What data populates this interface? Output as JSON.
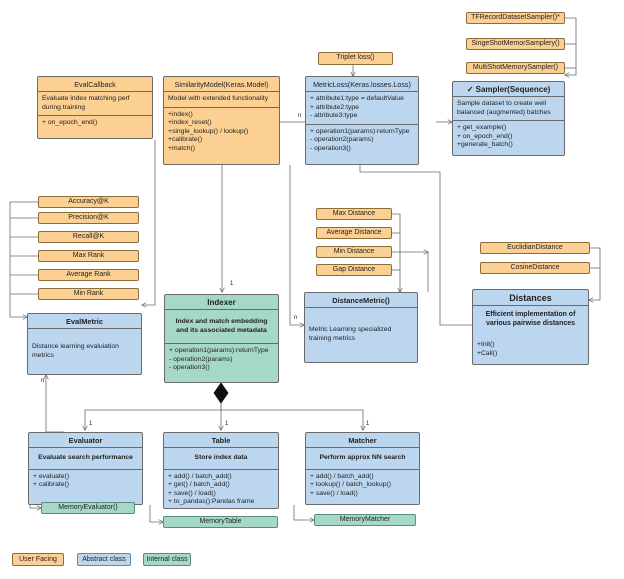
{
  "tfrecord": "TFRecordDatasetSampler()*",
  "singleshot": "SingeShotMemorSamplery()",
  "multishot": "MultiShotMemorySampler()",
  "triplet": "Triplet loss()",
  "evalcallback": {
    "title": "EvalCallback",
    "desc": "Evaluate index matching perf during training",
    "methods": [
      "+ on_epoch_end()"
    ]
  },
  "similarity": {
    "title": "SimilarityModel(Keras.Model)",
    "desc": "Model with extended functionality",
    "methods": [
      "+index()",
      "+index_reset()",
      "+single_lookup() / lookup()",
      "+calibrate()",
      "+match()"
    ]
  },
  "metricloss": {
    "title": "MetricLoss(Keras.losses.Loss)",
    "attrs": [
      "+ attribute1:type = defaultValue",
      "+ attribute2:type",
      "- attribute3:type"
    ],
    "methods": [
      "+ operation1(params):returnType",
      "- operation2(params)",
      "- operation3()"
    ]
  },
  "sampler": {
    "title": "✓ Sampler(Sequence)",
    "desc": "Sample dataset to create well balanced (augmented) batches",
    "methods": [
      "+ get_example()",
      "+ on_epoch_end()",
      "+generate_batch()"
    ]
  },
  "metrics_list": [
    "Accuracy@K",
    "Precision@K",
    "Recall@K",
    "Max Rank",
    "Average Rank",
    "Min Rank"
  ],
  "evalmetric": {
    "title": "EvalMetric",
    "desc": "Distance learning evaluiation metrics"
  },
  "distances_list": [
    "Max Distance",
    "Average Distance",
    "Min Distance",
    "Gap Distance"
  ],
  "distancemetric": {
    "title": "DistanceMetric()",
    "desc": "Metric Learning specialized training metrics"
  },
  "distance_impls": [
    "EuclidianDistance",
    "CosineDistance"
  ],
  "distances": {
    "title": "Distances",
    "desc": "Efficient implementation of various pairwise distances",
    "methods": [
      "+Init()",
      "+Call()"
    ]
  },
  "indexer": {
    "title": "Indexer",
    "desc": "Index and match embedding and its associated metadata",
    "methods": [
      "+ operation1(params):returnType",
      "- operation2(params)",
      "- operation3()"
    ]
  },
  "evaluator": {
    "title": "Evaluator",
    "desc": "Evaluate search performance",
    "methods": [
      "+ evaluate()",
      "+ calibrate()"
    ]
  },
  "table": {
    "title": "Table",
    "desc": "Store index data",
    "methods": [
      "+ add() / batch_add()",
      "+ get() / batch_add()",
      "+ save() / load()",
      "+ to_pandas():Pandas frame"
    ]
  },
  "matcher": {
    "title": "Matcher",
    "desc": "Perform approx NN search",
    "methods": [
      "+ add() / batch_add()",
      "+ lookup() / batch_lookup()",
      "+ save() / load()"
    ]
  },
  "memory_evaluator": "MemoryEvaluator()",
  "memory_table": "MemoryTable",
  "memory_matcher": "MemoryMatcher",
  "multiplicity": {
    "n_similarity_metricloss": "n",
    "one_indexer": "1",
    "n_distancemetric": "n",
    "n_evalmetric": "n",
    "one_evaluator": "1",
    "one_table": "1",
    "one_matcher": "1"
  },
  "legend": [
    "User Facing",
    "Abstract class",
    "Internal class"
  ],
  "colors": {
    "user_facing": "#fbd092",
    "abstract": "#bcd6ef",
    "internal": "#a6d8c9",
    "line": "#6b6b6b"
  }
}
